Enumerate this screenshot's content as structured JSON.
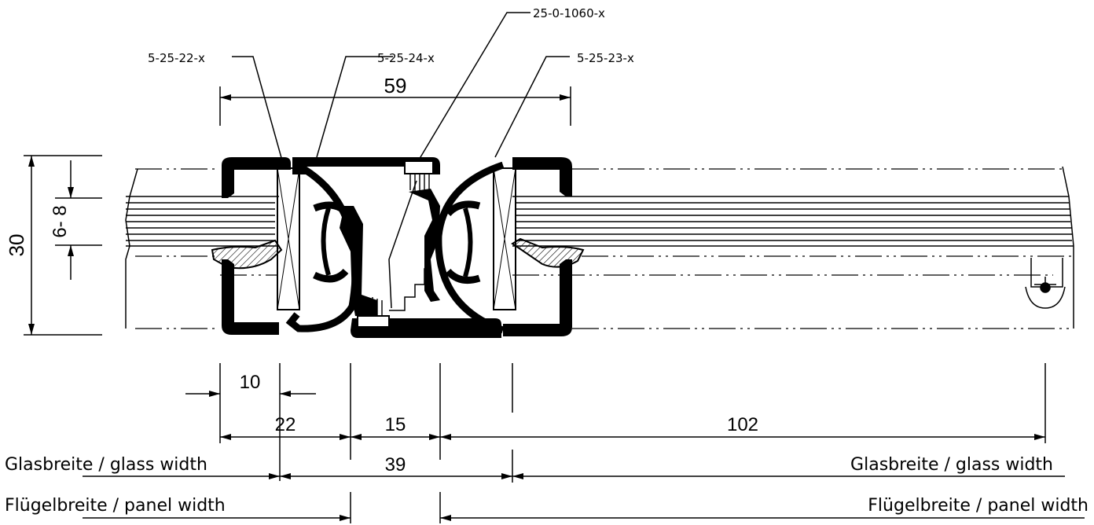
{
  "part_numbers": {
    "left_frame": "5-25-22-x",
    "center_left": "5-25-24-x",
    "brush_seal": "25-0-1060-x",
    "right_frame": "5-25-23-x"
  },
  "dimensions": {
    "overall_width": "59",
    "height": "30",
    "glass_thickness": "6- 8",
    "d10": "10",
    "d22": "22",
    "d15": "15",
    "d102": "102",
    "d39": "39"
  },
  "labels": {
    "glass_width_left": "Glasbreite / glass width",
    "glass_width_right": "Glasbreite / glass width",
    "panel_width_left": "Flügelbreite / panel width",
    "panel_width_right": "Flügelbreite / panel width"
  },
  "colors": {
    "line": "#000000",
    "background": "#ffffff"
  }
}
